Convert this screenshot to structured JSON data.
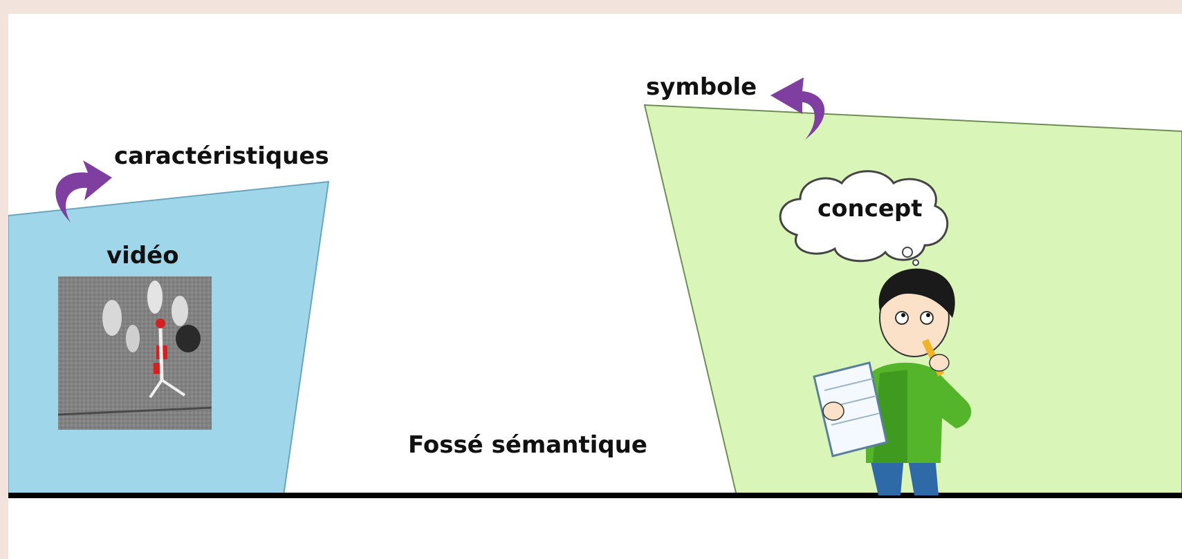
{
  "labels": {
    "features": "caractéristiques",
    "video": "vidéo",
    "symbol": "symbole",
    "concept": "concept",
    "gap": "Fossé sémantique"
  },
  "colors": {
    "background": "#f2e3dc",
    "video_panel": "#9fd6e9",
    "concept_panel": "#d9f6b8",
    "arrow": "#7f3fa0",
    "baseline": "#000000"
  },
  "icons": [
    "curved-arrow-icon",
    "video-frame-image",
    "thought-cloud-icon",
    "boy-thinking-illustration"
  ]
}
